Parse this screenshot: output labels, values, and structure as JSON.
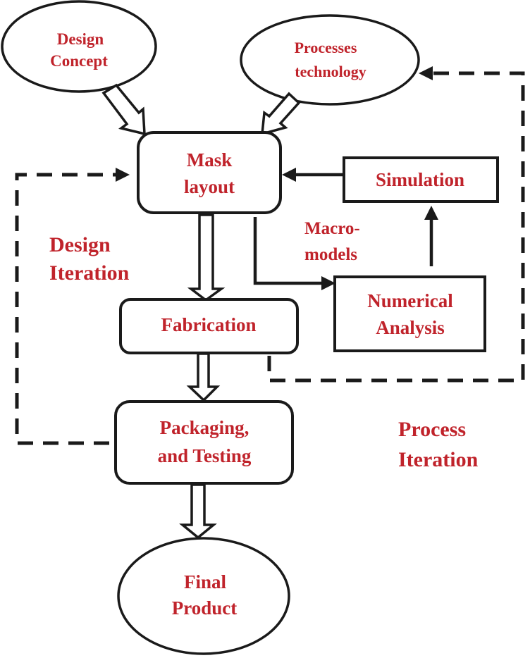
{
  "colors": {
    "label": "#c0232b",
    "stroke": "#1a1a1a",
    "background": "#ffffff"
  },
  "nodes": {
    "design_concept": {
      "line1": "Design",
      "line2": "Concept"
    },
    "processes_technology": {
      "line1": "Processes",
      "line2": "technology"
    },
    "mask_layout": {
      "line1": "Mask",
      "line2": "layout"
    },
    "simulation": {
      "label": "Simulation"
    },
    "numerical_analysis": {
      "line1": "Numerical",
      "line2": "Analysis"
    },
    "fabrication": {
      "label": "Fabrication"
    },
    "packaging_testing": {
      "line1": "Packaging,",
      "line2": "and Testing"
    },
    "final_product": {
      "line1": "Final",
      "line2": "Product"
    }
  },
  "annotations": {
    "macro_models": {
      "line1": "Macro-",
      "line2": "models"
    },
    "design_iteration": {
      "line1": "Design",
      "line2": "Iteration"
    },
    "process_iteration": {
      "line1": "Process",
      "line2": "Iteration"
    }
  }
}
